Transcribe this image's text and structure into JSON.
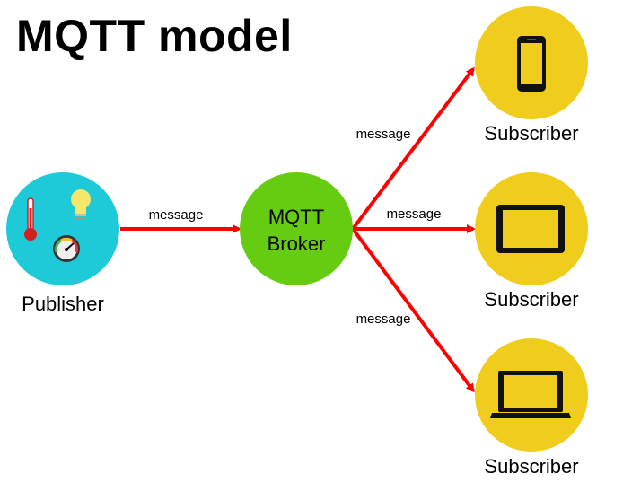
{
  "title": "MQTT model",
  "publisher": {
    "label": "Publisher",
    "color": "#1ec9d8",
    "icons": [
      "thermometer-icon",
      "light-bulb-icon",
      "gauge-icon"
    ]
  },
  "broker": {
    "line1": "MQTT",
    "line2": "Broker",
    "color": "#66cc12"
  },
  "subscribers": [
    {
      "label": "Subscriber",
      "icon": "smartphone-icon"
    },
    {
      "label": "Subscriber",
      "icon": "tablet-icon"
    },
    {
      "label": "Subscriber",
      "icon": "laptop-icon"
    }
  ],
  "subscriber_color": "#f0cc1c",
  "arrow_color": "#ff0000",
  "messages": {
    "publisher_to_broker": "message",
    "broker_to_subscriber_top": "message",
    "broker_to_subscriber_middle": "message",
    "broker_to_subscriber_bottom": "message"
  }
}
